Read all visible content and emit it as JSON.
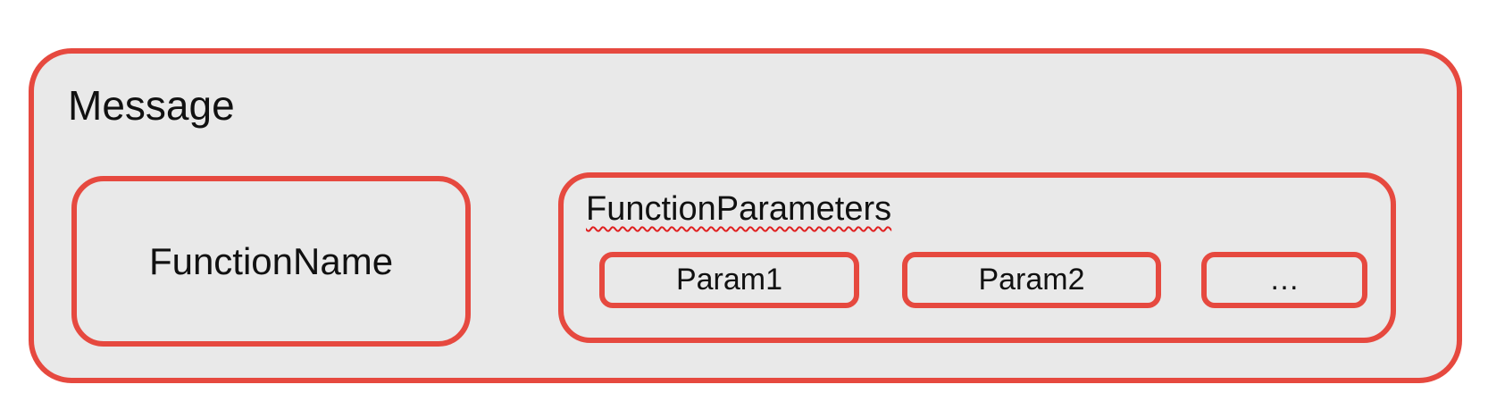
{
  "diagram": {
    "message": {
      "label": "Message"
    },
    "function_name": {
      "label": "FunctionName"
    },
    "function_parameters": {
      "label": "FunctionParameters",
      "params": [
        {
          "label": "Param1"
        },
        {
          "label": "Param2"
        },
        {
          "label": "…"
        }
      ]
    }
  },
  "colors": {
    "border_red": "#E6493F",
    "squiggle_red": "#E02020",
    "box_fill": "#E9E9E9",
    "text": "#111111",
    "background": "#FFFFFF"
  }
}
